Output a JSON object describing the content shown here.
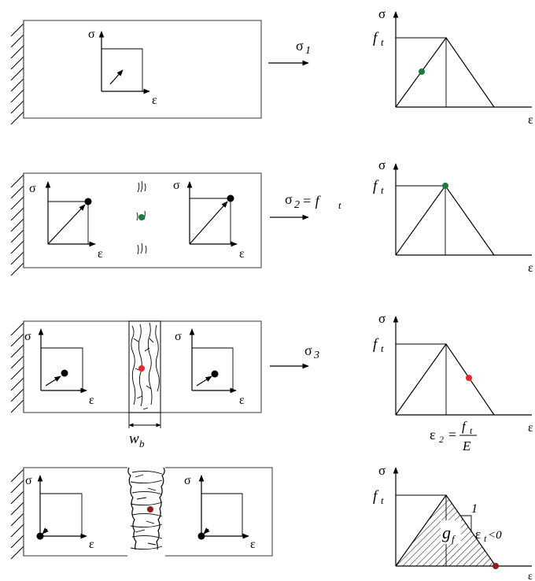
{
  "axes": {
    "sigma": "σ",
    "epsilon": "ε"
  },
  "stages": [
    {
      "arrow_label": "σ",
      "arrow_sub": "1",
      "arrow_extra": ""
    },
    {
      "arrow_label": "σ",
      "arrow_sub": "2",
      "arrow_extra": "= f",
      "arrow_extra_sub": "t"
    },
    {
      "arrow_label": "σ",
      "arrow_sub": "3",
      "arrow_extra": ""
    }
  ],
  "graph": {
    "ft_main": "f",
    "ft_sub": "t",
    "eps2_label": "ε",
    "eps2_sub": "2",
    "eq": "=",
    "frac_num_main": "f",
    "frac_num_sub": "t",
    "frac_den": "E",
    "gf_main": "g",
    "gf_sub": "f",
    "slope_one": "1",
    "eps_t_main": "ε",
    "eps_t_sub": "t",
    "eps_t_tail": "<0"
  },
  "crack_width": {
    "main": "w",
    "sub": "b"
  },
  "colors": {
    "green": "#1e7a3c",
    "red": "#e8262a",
    "darkred": "#8b1f1f"
  }
}
